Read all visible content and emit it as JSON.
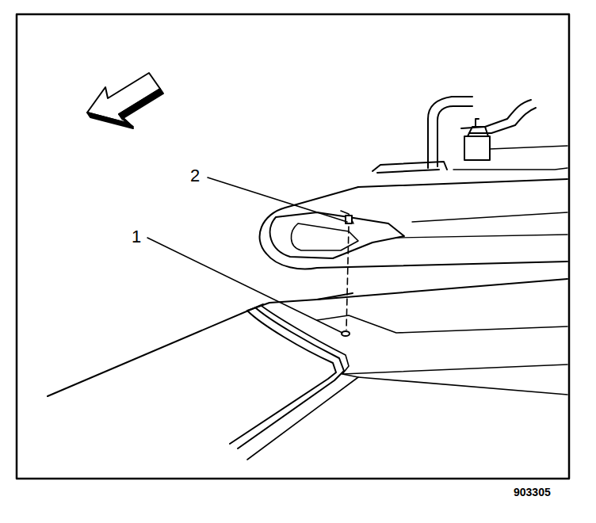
{
  "diagram": {
    "labels": [
      "2",
      "1",
      "903305"
    ]
  }
}
